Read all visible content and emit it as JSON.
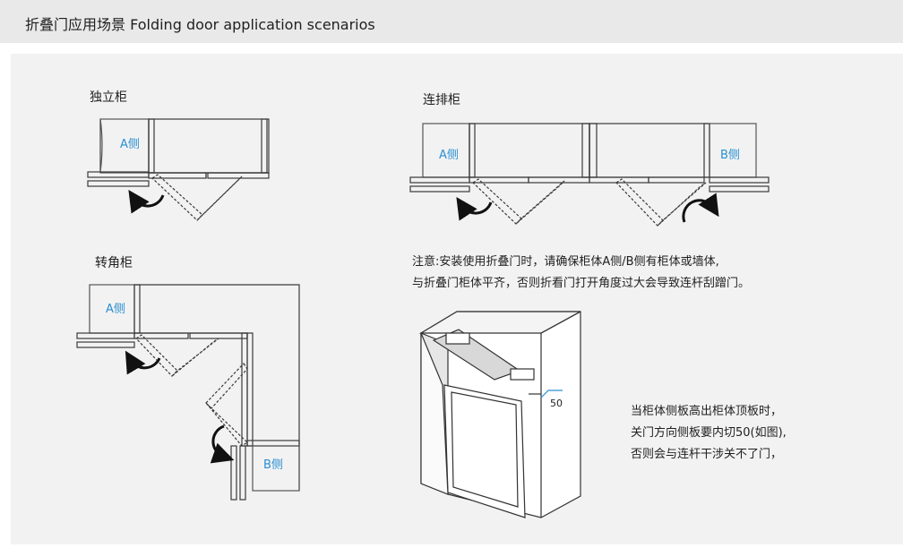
{
  "header": {
    "title": "折叠门应用场景 Folding door application scenarios"
  },
  "sections": {
    "standalone": {
      "title": "独立柜",
      "side_a": "A侧"
    },
    "connected": {
      "title": "连排柜",
      "side_a": "A侧",
      "side_b": "B侧"
    },
    "corner": {
      "title": "转角柜",
      "side_a": "A侧",
      "side_b": "B侧"
    }
  },
  "notice": {
    "line1": "注意:安装使用折叠门时，请确保柜体A侧/B侧有柜体或墙体,",
    "line2": "与折叠门柜体平齐，否则折看门打开角度过大会导致连杆刮蹭门。"
  },
  "cabinet_note": {
    "line1": "当柜体侧板高出柜体顶板时，",
    "line2": "关门方向侧板要内切50(如图),",
    "line3": "否则会与连杆干涉关不了门，"
  },
  "dimension": "50",
  "colors": {
    "panel": "#f2f2f3",
    "header": "#e9e9ea",
    "line": "#333333",
    "accent": "#2a8fd0"
  }
}
